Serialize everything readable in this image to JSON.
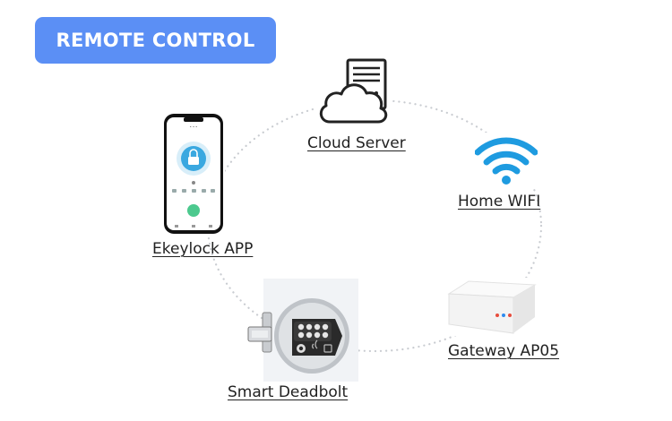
{
  "title": "REMOTE CONTROL",
  "colors": {
    "badge": "#5b8ff5",
    "wifi": "#1e9be0",
    "dots": "#c9ccd1"
  },
  "nodes": {
    "cloud": {
      "label": "Cloud Server",
      "icon": "cloud-server-icon"
    },
    "wifi": {
      "label": "Home WIFI",
      "icon": "wifi-icon"
    },
    "app": {
      "label": "Ekeylock APP",
      "icon": "smartphone-icon"
    },
    "gateway": {
      "label": "Gateway AP05",
      "icon": "gateway-icon"
    },
    "deadbolt": {
      "label": "Smart Deadbolt",
      "icon": "deadbolt-icon"
    }
  }
}
